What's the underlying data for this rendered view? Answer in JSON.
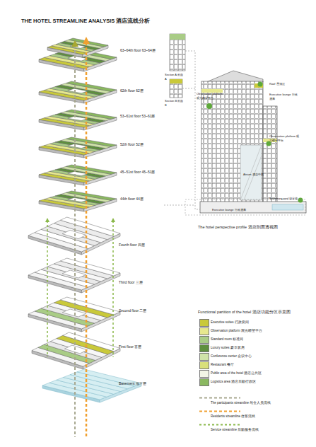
{
  "diagram": {
    "title": "THE HOTEL STREAMLINE ANALYSIS 酒店流线分析",
    "nodes": [
      {
        "text": [
          "63~64th floor 63~64层"
        ]
      },
      {
        "text": [
          "62th floor 62层"
        ]
      },
      {
        "text": [
          "53~61st floor 53~61层"
        ]
      },
      {
        "text": [
          "52th floor 52层"
        ]
      },
      {
        "text": [
          "45~51st floor 45~51层"
        ]
      },
      {
        "text": [
          "44th floor 44层"
        ]
      },
      {
        "text": [
          "Fourth floor 四层"
        ]
      },
      {
        "text": [
          "Third floor 三层"
        ]
      },
      {
        "text": [
          "Second floor 二层"
        ]
      },
      {
        "text": [
          "First floor 首层"
        ]
      },
      {
        "text": [
          "Basement 地下层"
        ]
      }
    ],
    "labels": [
      "Section A 剖面A",
      "Section B 剖面B",
      "Roof 屋顶层",
      "Executive lounge 行政酒廊",
      "Observation platform 观光瞭望平台",
      "Observation platform 观光瞭望平台",
      "Atrium 酒店中庭",
      "Swimming pool 游泳池",
      "Executive lounge 行政酒廊",
      "The hotel perspective profile 酒店剖面透视图",
      "Functional partition of the hotel 酒店功能分区示意图"
    ],
    "legend": [
      {
        "text": "Executive suites 行政套间",
        "color": "#c9c93a"
      },
      {
        "text": "Observation platform 观光瞭望平台",
        "color": "#e6e88e"
      },
      {
        "text": "Standard room 标准间",
        "color": "#a9cc86"
      },
      {
        "text": "Luxury suites 豪华套房",
        "color": "#5e8f3e"
      },
      {
        "text": "Conference center 会议中心",
        "color": "#cfe3a8"
      },
      {
        "text": "Restaurant 餐厅",
        "color": "#d9e07a"
      },
      {
        "text": "Public area of the hotel 酒店公共区",
        "color": "#f2f5e6"
      },
      {
        "text": "Logistics area 酒店后勤行政区",
        "color": "#8ab860"
      },
      {
        "text": "The participants streamline 与会人员流线"
      },
      {
        "text": "Residents streamline 住客流线"
      },
      {
        "text": "Service streamline 后勤服务流线"
      }
    ]
  }
}
